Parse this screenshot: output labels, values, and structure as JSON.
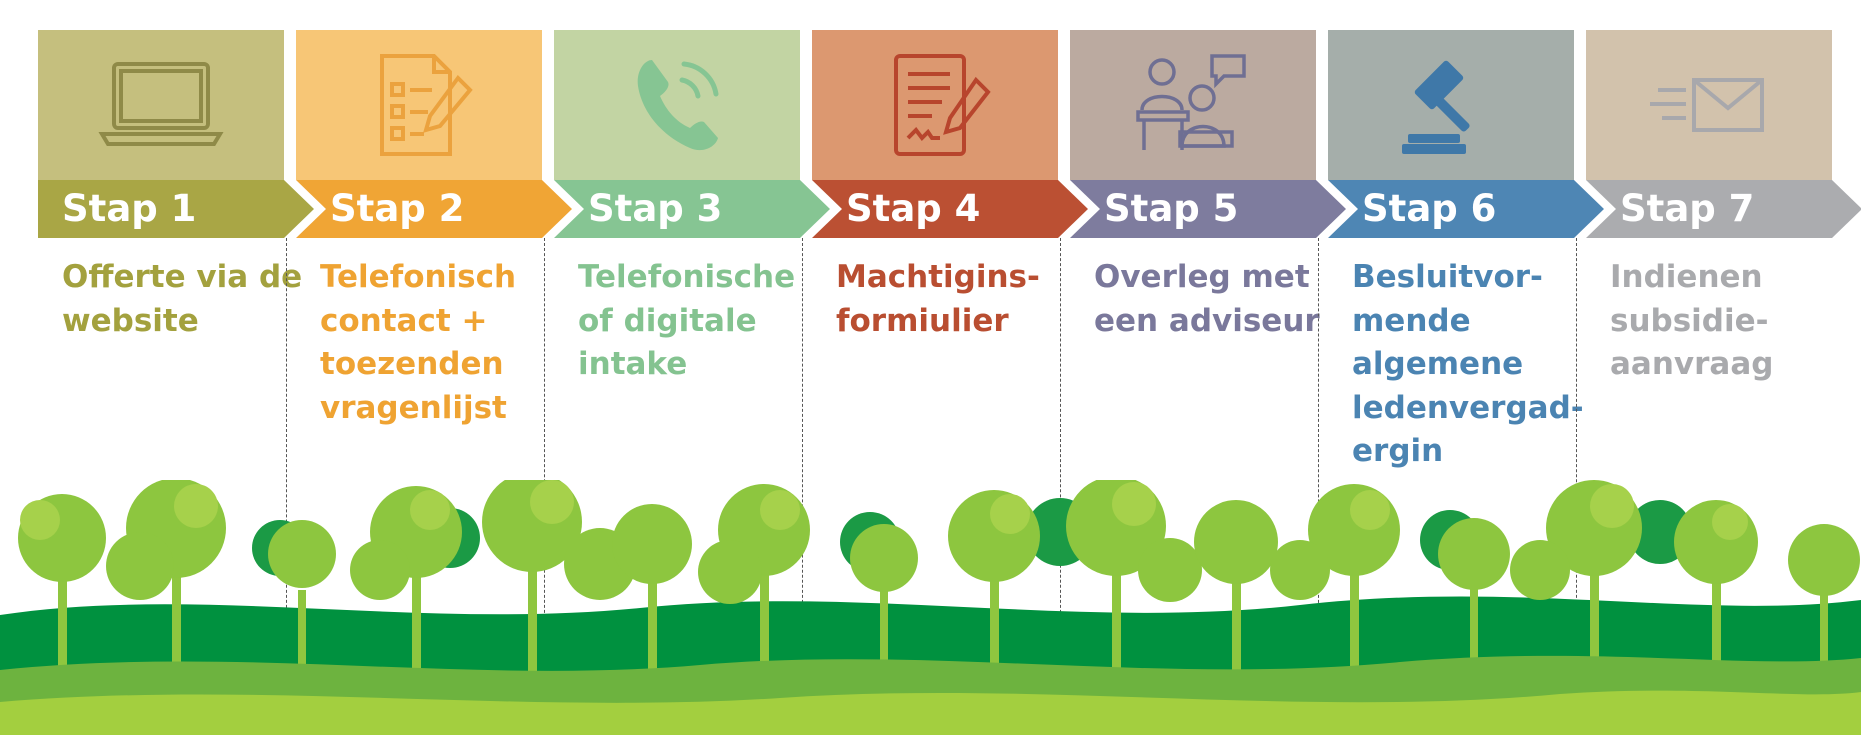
{
  "steps": [
    {
      "label": "Stap 1",
      "icon": "laptop-icon",
      "tile_color": "#C5BF7E",
      "arrow_color": "#A9A645",
      "text_color": "#A3A13E",
      "lines": [
        "Offerte via de",
        "website"
      ]
    },
    {
      "label": "Stap 2",
      "icon": "checklist-icon",
      "tile_color": "#F7C676",
      "arrow_color": "#F0A535",
      "text_color": "#EFA332",
      "lines": [
        "Telefonisch",
        "contact +",
        "toezenden",
        "vragenlijst"
      ]
    },
    {
      "label": "Stap 3",
      "icon": "phone-icon",
      "tile_color": "#C2D4A3",
      "arrow_color": "#86C593",
      "text_color": "#84C390",
      "lines": [
        "Telefonische",
        "of digitale",
        "intake"
      ]
    },
    {
      "label": "Stap 4",
      "icon": "signed-document-icon",
      "tile_color": "#DC9870",
      "arrow_color": "#BB5033",
      "text_color": "#B94E31",
      "lines": [
        "Machtigins-",
        "formiulier"
      ]
    },
    {
      "label": "Stap 5",
      "icon": "meeting-icon",
      "tile_color": "#BBAAA0",
      "arrow_color": "#7E7C9E",
      "text_color": "#7A789B",
      "lines": [
        "Overleg met",
        "een adviseur"
      ]
    },
    {
      "label": "Stap 6",
      "icon": "gavel-icon",
      "tile_color": "#A5AEAA",
      "arrow_color": "#4E86B4",
      "text_color": "#4B84B2",
      "lines": [
        "Besluitvor-",
        "mende",
        "algemene",
        "ledenvergad-",
        "ergin"
      ]
    },
    {
      "label": "Stap 7",
      "icon": "envelope-icon",
      "tile_color": "#D2C2AC",
      "arrow_color": "#ABACAF",
      "text_color": "#A9AAAD",
      "lines": [
        "Indienen",
        "subsidie-",
        "aanvraag"
      ]
    }
  ]
}
